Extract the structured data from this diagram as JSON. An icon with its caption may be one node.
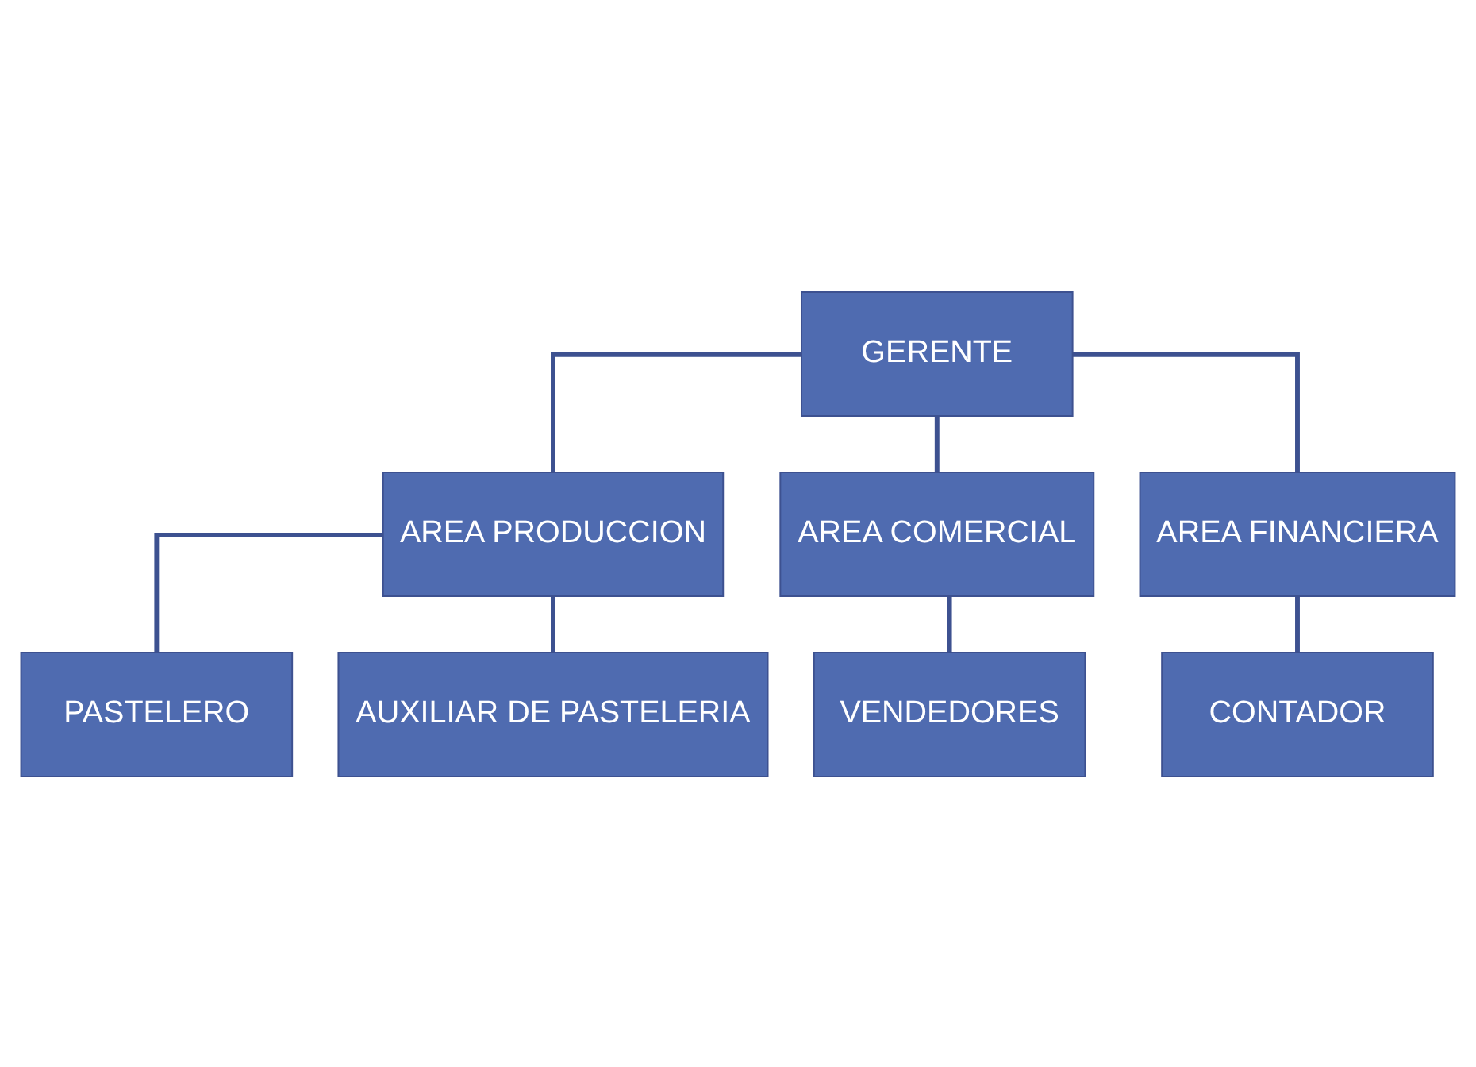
{
  "diagram": {
    "nodes": [
      {
        "text": [
          "GERENTE"
        ]
      },
      {
        "text": [
          "AREA PRODUCCION"
        ]
      },
      {
        "text": [
          "AREA COMERCIAL"
        ]
      },
      {
        "text": [
          "AREA FINANCIERA"
        ]
      },
      {
        "text": [
          "PASTELERO"
        ]
      },
      {
        "text": [
          "AUXILIAR DE PASTELERIA"
        ]
      },
      {
        "text": [
          "VENDEDORES"
        ]
      },
      {
        "text": [
          "CONTADOR"
        ]
      }
    ],
    "edges": [
      {
        "from": 0,
        "to": 1,
        "arrow": "none"
      },
      {
        "from": 0,
        "to": 2,
        "arrow": "none"
      },
      {
        "from": 0,
        "to": 3,
        "arrow": "none"
      },
      {
        "from": 1,
        "to": 4,
        "arrow": "none"
      },
      {
        "from": 1,
        "to": 5,
        "arrow": "none"
      },
      {
        "from": 2,
        "to": 6,
        "arrow": "none"
      },
      {
        "from": 3,
        "to": 7,
        "arrow": "none"
      }
    ]
  }
}
